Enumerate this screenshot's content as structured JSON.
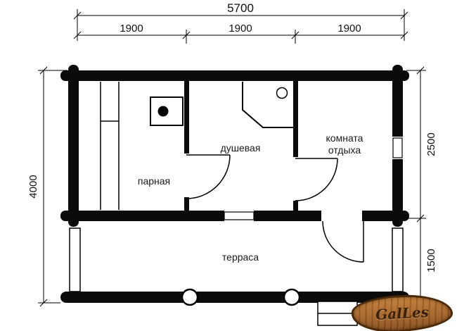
{
  "dims": {
    "total_width": "5700",
    "bays": [
      "1900",
      "1900",
      "1900"
    ],
    "total_height": "4000",
    "main_depth": "2500",
    "terrace_depth": "1500"
  },
  "rooms": {
    "steam": "парная",
    "shower": "душевая",
    "rest": "комната отдыха",
    "terrace": "терраса"
  },
  "logo": {
    "text": "GalLes"
  },
  "colors": {
    "wall": "#0b0b0b",
    "line": "#1a1a1a",
    "wood": "#b06a28",
    "wood_dark": "#4a2808",
    "wood_text": "#3b1f06"
  }
}
